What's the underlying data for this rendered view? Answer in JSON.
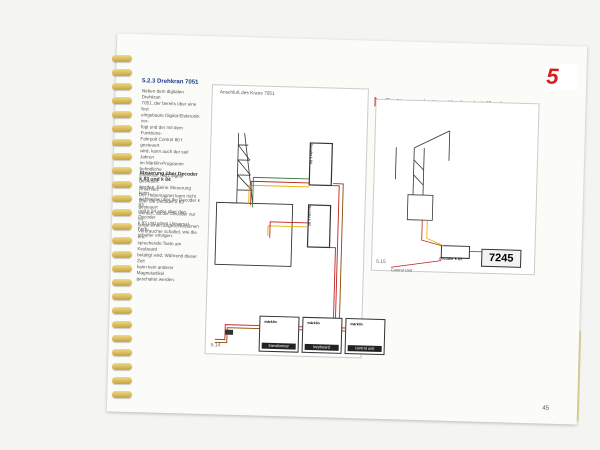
{
  "chapter": "5",
  "section_title": "5.2.3 Drehkran 7051",
  "intro_text": [
    "Neben dem digitalen Drehkran",
    "7051, der bereits über eine fest",
    "eingebaute Digital-Elektronik ver-",
    "fügt und der mit dem Funktions-",
    "Fahrpult Control 80 f gesteuert",
    "wird, kann auch der seit Jahren",
    "im Märklin-Programm befindliche",
    "Drehkran 7051 digital gesteuert",
    "werden. Seine Steuerung kann",
    "wahlweise über die Decoder k 83",
    "und k 84 oder über den Decoder",
    "k 83 und einen Universal-Fern-",
    "schalter erfolgen."
  ],
  "subheading": "Steuerung über Decoder k 83 und k 84",
  "sub_text": [
    "Anschluß:",
    "Der Hebemagnet kann nicht",
    "über die Decoder k 83 gesteuert",
    "werden, da der Decoder nur so-",
    "lange einen angeschlossenen",
    "Verbraucher schaltet, wie die ent-",
    "sprechende Taste am Keyboard",
    "betätigt wird. Während dieser Zeit",
    "kann kein anderer Magnetartikel",
    "geschaltet werden."
  ],
  "diagram": {
    "caption": "Anschluß des Krans 7051",
    "figure": "5.14",
    "units": [
      {
        "brand": "märklin",
        "label": "transformer"
      },
      {
        "brand": "märklin",
        "label": "keyboard"
      },
      {
        "brand": "märklin",
        "label": "control unit"
      }
    ],
    "decoder_top": "decoder k 84",
    "decoder_bottom": "decoder k 83"
  },
  "tip": {
    "title": "Tip: Steuerung des Krans über Decoder k 83 und Universalschalter 7245",
    "figure": "5.15",
    "decoder": "decoder k 83",
    "switch_code": "7245",
    "control_label": "Control Unit"
  },
  "page_number": "45"
}
